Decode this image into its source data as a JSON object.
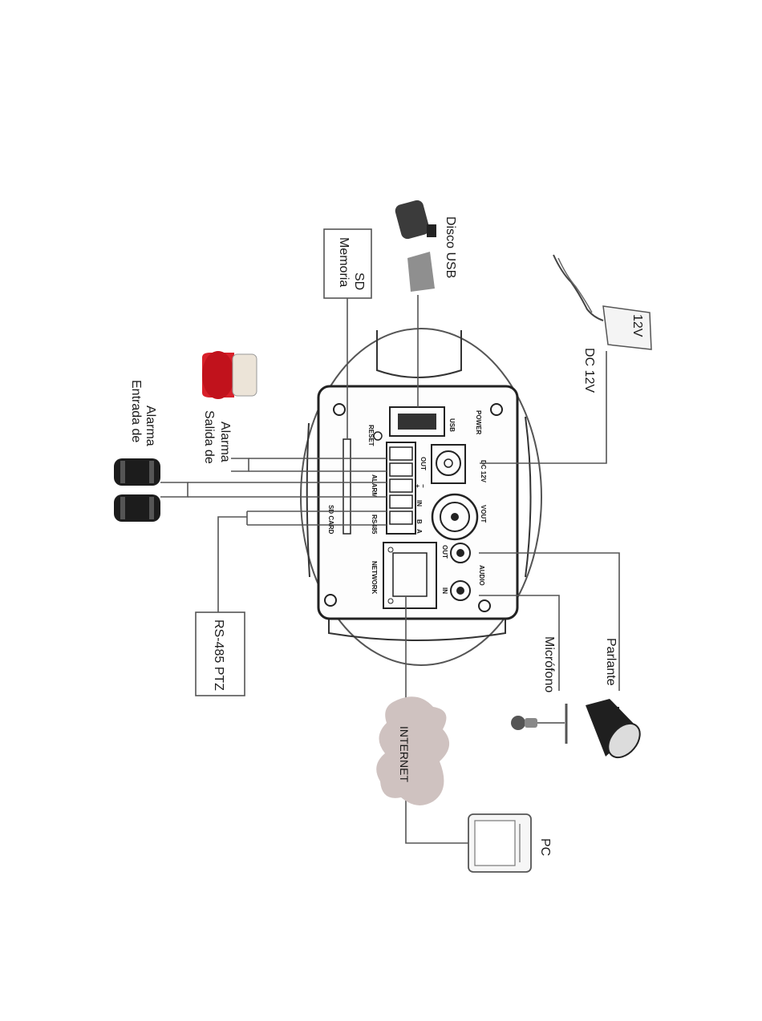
{
  "diagram": {
    "external_labels": {
      "alarm_input_line1": "Entrada de",
      "alarm_input_line2": "Alarma",
      "alarm_output_line1": "Salida de",
      "alarm_output_line2": "Alarma",
      "sd_memory_line1": "Memoria",
      "sd_memory_line2": "SD",
      "usb_disk": "Disco USB",
      "dc_power": "DC 12V",
      "adapter_voltage": "12V",
      "rs485_ptz": "RS-485 PTZ",
      "internet": "INTERNET",
      "pc": "PC",
      "microphone": "Micrófono",
      "speaker": "Parlante"
    },
    "panel_labels": {
      "reset": "RESET",
      "usb": "USB",
      "power": "POWER",
      "sd_card": "SD CARD",
      "alarm": "ALARM",
      "alarm_out": "OUT",
      "alarm_in": "IN",
      "rs485": "RS485",
      "a": "A",
      "b": "B",
      "plus": "+",
      "minus": "−",
      "dc12v": "DC 12V",
      "vout": "VOUT",
      "network": "NETWORK",
      "audio": "AUDIO",
      "audio_out": "OUT",
      "audio_in": "IN"
    },
    "colors": {
      "wire": "#555555",
      "housing": "#2b2b2b",
      "beacon_red": "#d8202a",
      "cloud": "#cfc2c0",
      "sensor": "#1c1c1c"
    }
  }
}
